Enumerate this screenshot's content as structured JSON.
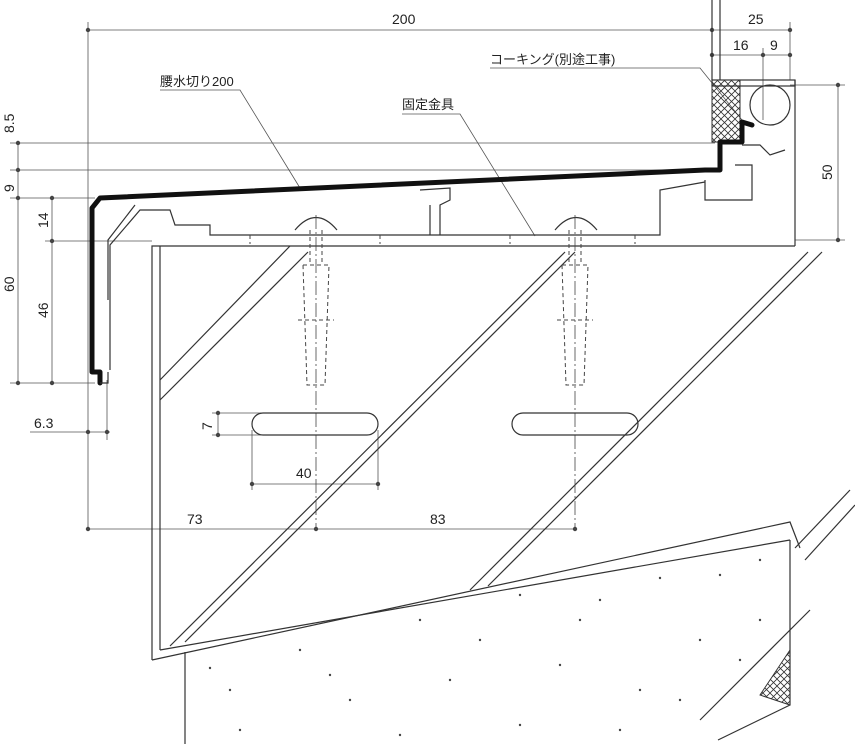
{
  "labels": {
    "sill": "腰水切り200",
    "caulking": "コーキング(別途工事)",
    "bracket": "固定金具"
  },
  "dimensions": {
    "top_width": "200",
    "top_right": "25",
    "right_16": "16",
    "right_9": "9",
    "height_50": "50",
    "left_8_5": "8.5",
    "left_9": "9",
    "left_14": "14",
    "left_60": "60",
    "left_46": "46",
    "lip_6_3": "6.3",
    "slot_7": "7",
    "slot_40": "40",
    "bottom_73": "73",
    "bottom_83": "83"
  },
  "colors": {
    "line": "#333333",
    "heavy": "#111111"
  }
}
